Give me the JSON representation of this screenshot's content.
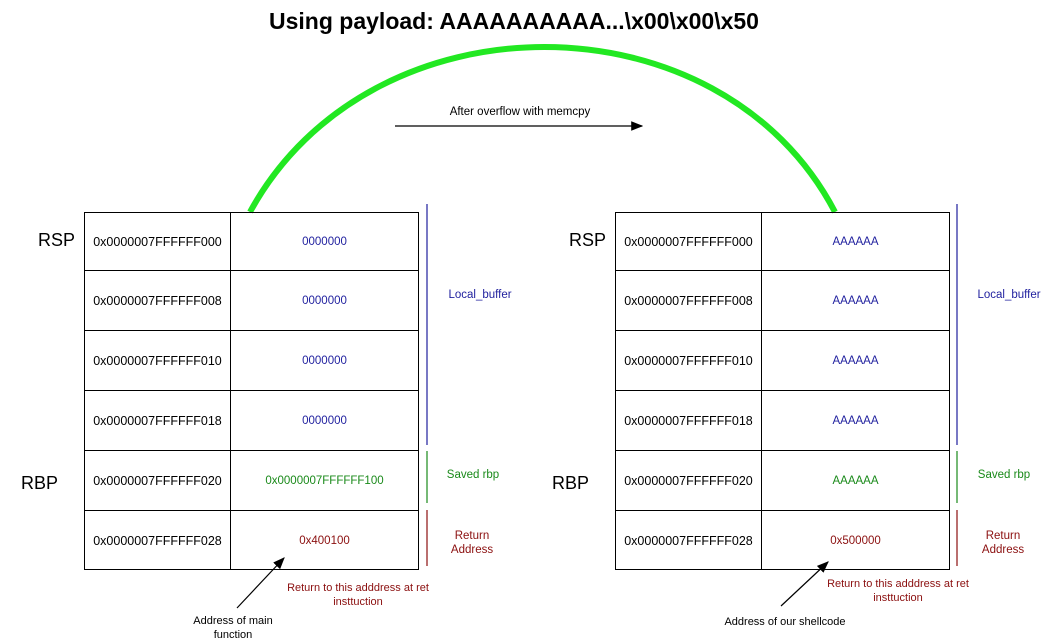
{
  "title": "Using payload: AAAAAAAAAA...\\x00\\x00\\x50",
  "arrow_label": "After overflow with memcpy",
  "colors": {
    "arc": "#22e822",
    "buffer": "#1f1f9e",
    "saved": "#1a8a1a",
    "ret": "#8b0f0f"
  },
  "left": {
    "rsp": "RSP",
    "rbp": "RBP",
    "rows": [
      {
        "addr": "0x0000007FFFFFF000",
        "value": "0000000"
      },
      {
        "addr": "0x0000007FFFFFF008",
        "value": "0000000"
      },
      {
        "addr": "0x0000007FFFFFF010",
        "value": "0000000"
      },
      {
        "addr": "0x0000007FFFFFF018",
        "value": "0000000"
      },
      {
        "addr": "0x0000007FFFFFF020",
        "value": "0x0000007FFFFFF100"
      },
      {
        "addr": "0x0000007FFFFFF028",
        "value": "0x400100"
      }
    ],
    "local_buffer": "Local_buffer",
    "saved_rbp": "Saved rbp",
    "return_address": "Return Address",
    "return_note": "Return to this adddress at ret insttuction",
    "pointer_note": "Address of main function"
  },
  "right": {
    "rsp": "RSP",
    "rbp": "RBP",
    "rows": [
      {
        "addr": "0x0000007FFFFFF000",
        "value": "AAAAAA"
      },
      {
        "addr": "0x0000007FFFFFF008",
        "value": "AAAAAA"
      },
      {
        "addr": "0x0000007FFFFFF010",
        "value": "AAAAAA"
      },
      {
        "addr": "0x0000007FFFFFF018",
        "value": "AAAAAA"
      },
      {
        "addr": "0x0000007FFFFFF020",
        "value": "AAAAAA"
      },
      {
        "addr": "0x0000007FFFFFF028",
        "value": "0x500000"
      }
    ],
    "local_buffer": "Local_buffer",
    "saved_rbp": "Saved rbp",
    "return_address": "Return Address",
    "return_note": "Return to this adddress at ret insttuction",
    "pointer_note": "Address of our shellcode"
  }
}
